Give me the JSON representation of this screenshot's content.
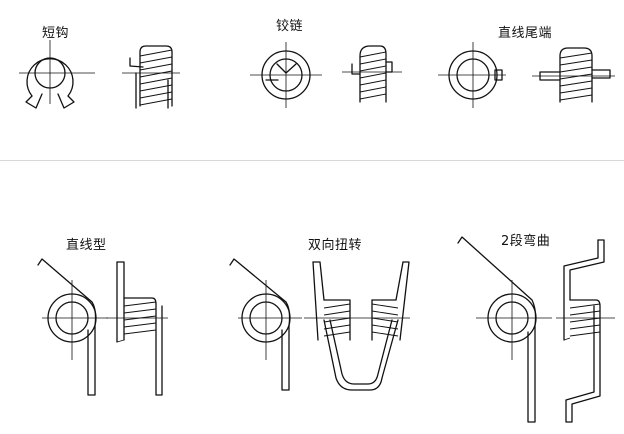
{
  "labels": {
    "short_hook": "短钩",
    "hinge": "铰链",
    "straight_end": "直线尾端",
    "straight_type": "直线型",
    "double_torsion": "双向扭转",
    "two_step_bend": "2段弯曲"
  }
}
